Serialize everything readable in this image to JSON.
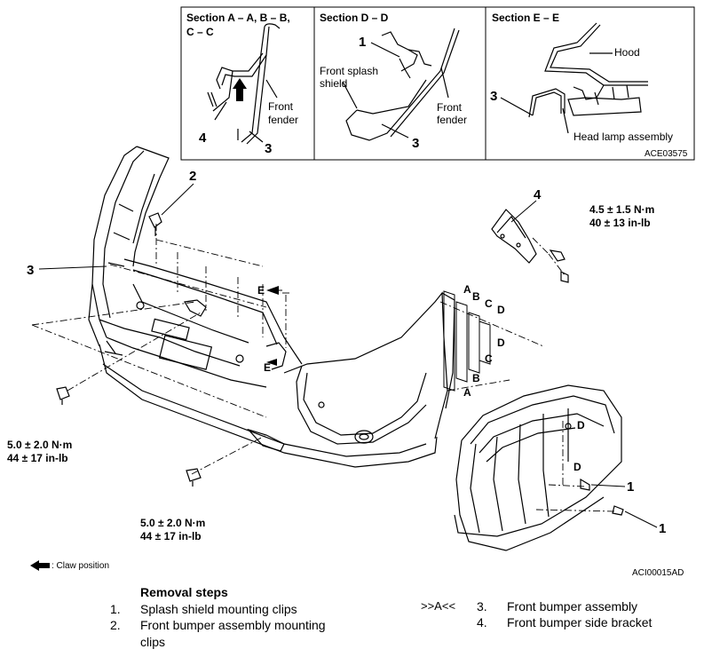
{
  "sections": {
    "aa": {
      "title_line1": "Section A – A, B – B,",
      "title_line2": "C – C",
      "front_fender": [
        "Front",
        "fender"
      ],
      "num_4": "4",
      "num_3": "3"
    },
    "dd": {
      "title": "Section D – D",
      "num_1": "1",
      "splash": [
        "Front splash",
        "shield"
      ],
      "front_fender": [
        "Front",
        "fender"
      ],
      "num_3": "3"
    },
    "ee": {
      "title": "Section E – E",
      "hood": "Hood",
      "num_3": "3",
      "head_lamp": "Head lamp assembly",
      "code": "ACE03575"
    }
  },
  "main": {
    "num_2": "2",
    "num_3": "3",
    "num_4": "4",
    "num_1a": "1",
    "num_1b": "1",
    "letter_e1": "E",
    "letter_e2": "E",
    "letters_right": [
      "A",
      "B",
      "C",
      "D",
      "D",
      "C",
      "B",
      "A"
    ],
    "letter_d1": "D",
    "letter_d2": "D",
    "torque_bracket": [
      "4.5 ± 1.5 N·m",
      "40 ± 13 in-lb"
    ],
    "torque_left": [
      "5.0 ± 2.0 N·m",
      "44 ± 17 in-lb"
    ],
    "torque_bottom": [
      "5.0 ± 2.0 N·m",
      "44 ± 17 in-lb"
    ],
    "claw_legend": ": Claw position",
    "code": "ACI00015AD"
  },
  "removal": {
    "title": "Removal steps",
    "items": [
      {
        "num": "1.",
        "text": "Splash shield mounting clips"
      },
      {
        "num": "2.",
        "text": "Front bumper assembly mounting"
      },
      {
        "num": "",
        "text": "clips"
      },
      {
        "num": "3.",
        "text": "Front bumper assembly",
        "marker": ">>A<<"
      },
      {
        "num": "4.",
        "text": "Front bumper side bracket"
      }
    ]
  }
}
